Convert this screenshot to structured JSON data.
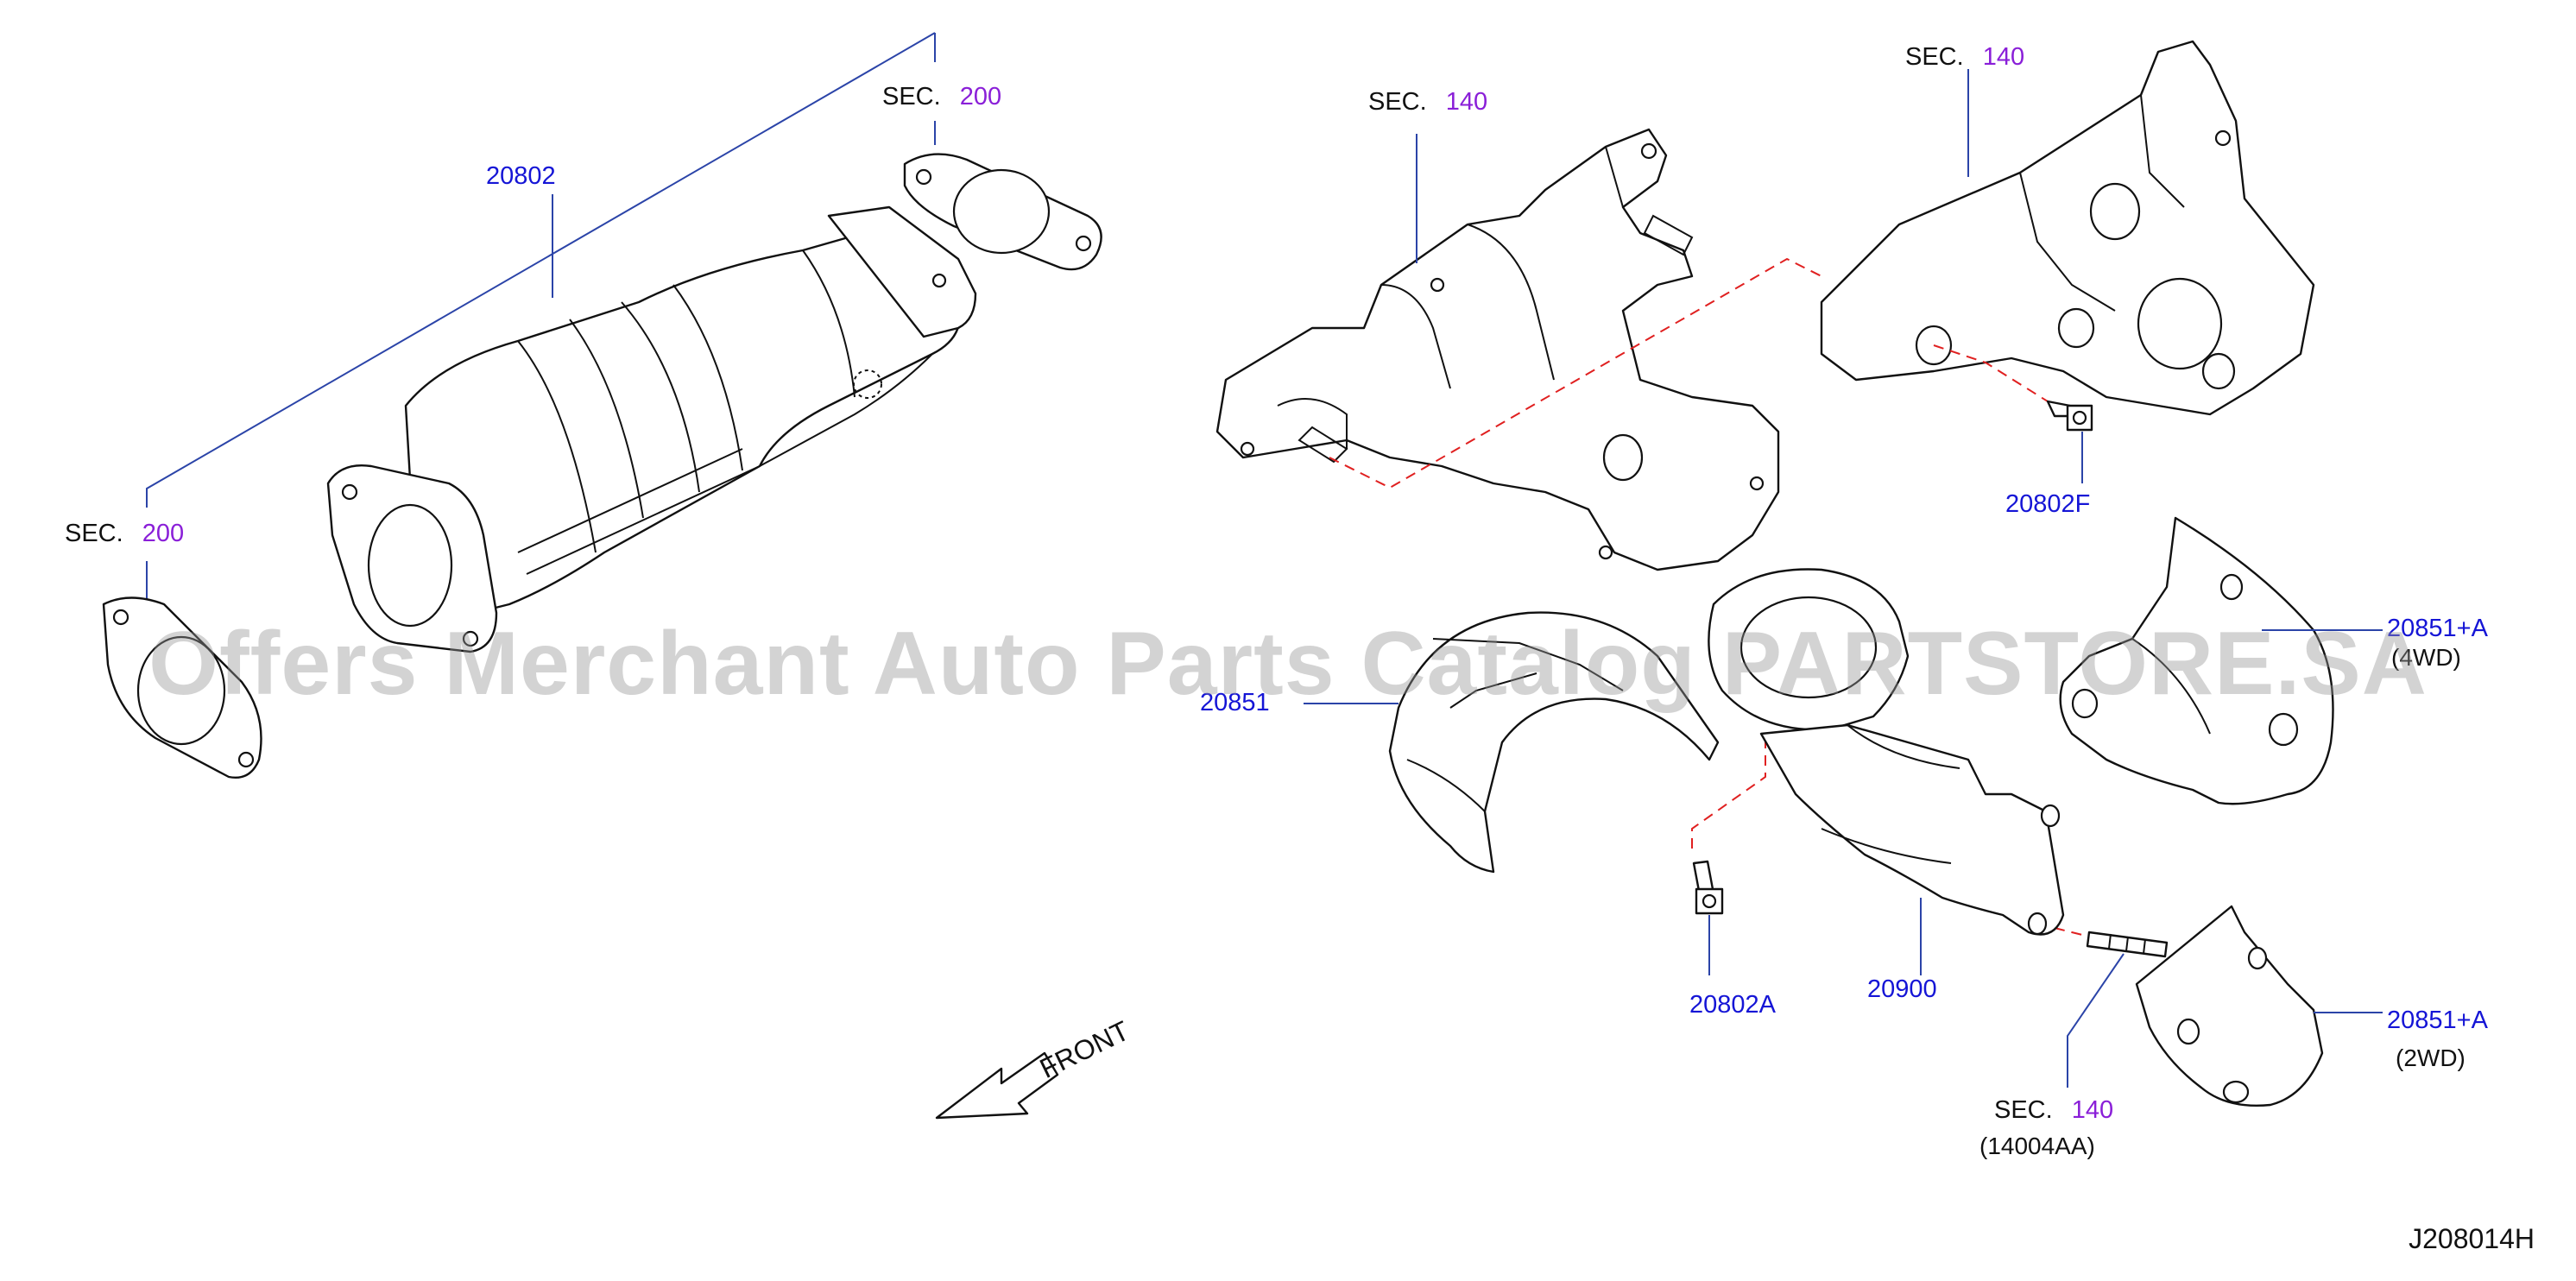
{
  "callouts": {
    "cat_converter_left": "20802",
    "bolt_f": "20802F",
    "heat_shield_left": "20851",
    "heat_shield_4wd": "20851+A",
    "bolt_a": "20802A",
    "converter_right": "20900",
    "heat_shield_2wd": "20851+A"
  },
  "section_refs": {
    "top_left": {
      "label": "SEC.",
      "number": "200"
    },
    "mid_left": {
      "label": "SEC.",
      "number": "200"
    },
    "manifold_left": {
      "label": "SEC.",
      "number": "140"
    },
    "manifold_right": {
      "label": "SEC.",
      "number": "140"
    },
    "stud": {
      "label": "SEC.",
      "number": "140"
    }
  },
  "notes": {
    "four_wd": "(4WD)",
    "two_wd": "(2WD)",
    "stud_part": "(14004AA)"
  },
  "front_label": "FRONT",
  "drawing_id": "J208014H",
  "watermark": "Offers Merchant Auto Parts Catalog PARTSTORE.SA",
  "colors": {
    "callout": "#1515d6",
    "section_number": "#8a1fd8",
    "leader": "#2b44a8",
    "dashed_guide": "#e02020"
  }
}
